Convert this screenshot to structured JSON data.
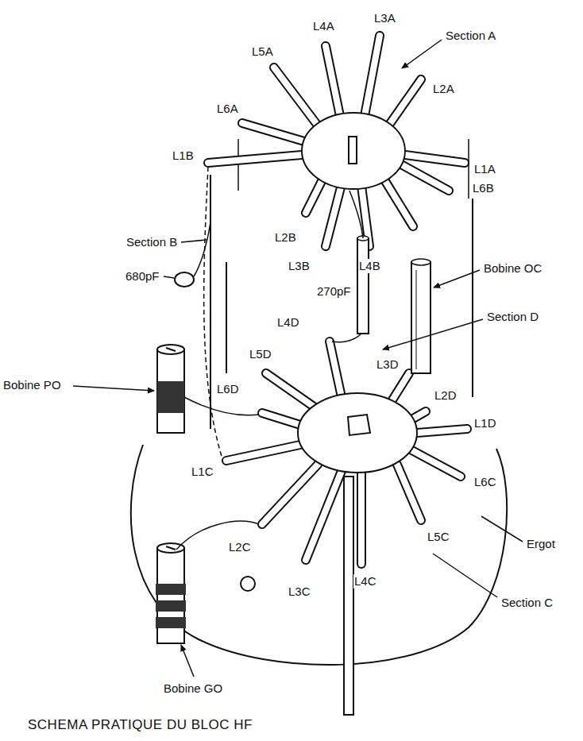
{
  "diagram": {
    "caption": "SCHEMA PRATIQUE DU BLOC HF",
    "labels": [
      "L4A",
      "L3A",
      "Section A",
      "L5A",
      "L2A",
      "L6A",
      "L1B",
      "L1A",
      "L6B",
      "Section B",
      "L2B",
      "L3B",
      "L4B",
      "680pF",
      "270pF",
      "Bobine OC",
      "L4D",
      "Section D",
      "L5D",
      "L3D",
      "Bobine PO",
      "L6D",
      "L2D",
      "L1D",
      "L1C",
      "L6C",
      "Ergot",
      "L5C",
      "L2C",
      "L3C",
      "L4C",
      "Section C",
      "Bobine GO"
    ]
  }
}
